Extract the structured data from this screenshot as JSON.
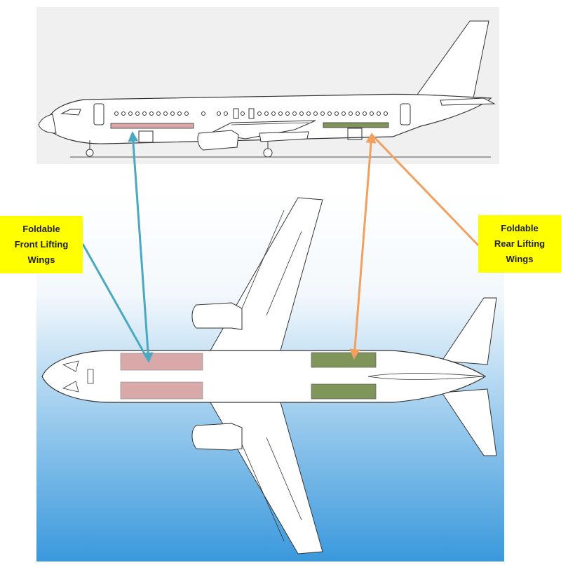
{
  "diagram": {
    "callouts": {
      "front": {
        "line1": "Foldable",
        "line2": "Front Lifting",
        "line3": "Wings"
      },
      "rear": {
        "line1": "Foldable",
        "line2": "Rear  Lifting",
        "line3": "Wings"
      }
    },
    "colors": {
      "front_wing": "#d9a9a9",
      "rear_wing": "#7f955a",
      "front_arrow": "#4aa8c0",
      "rear_arrow": "#f2a060",
      "callout_bg": "#ffff00",
      "sky_top": "#ffffff",
      "sky_bottom": "#3a98dc",
      "side_panel_bg": "#f0f0f0"
    },
    "views": [
      "side-view",
      "top-view"
    ]
  }
}
